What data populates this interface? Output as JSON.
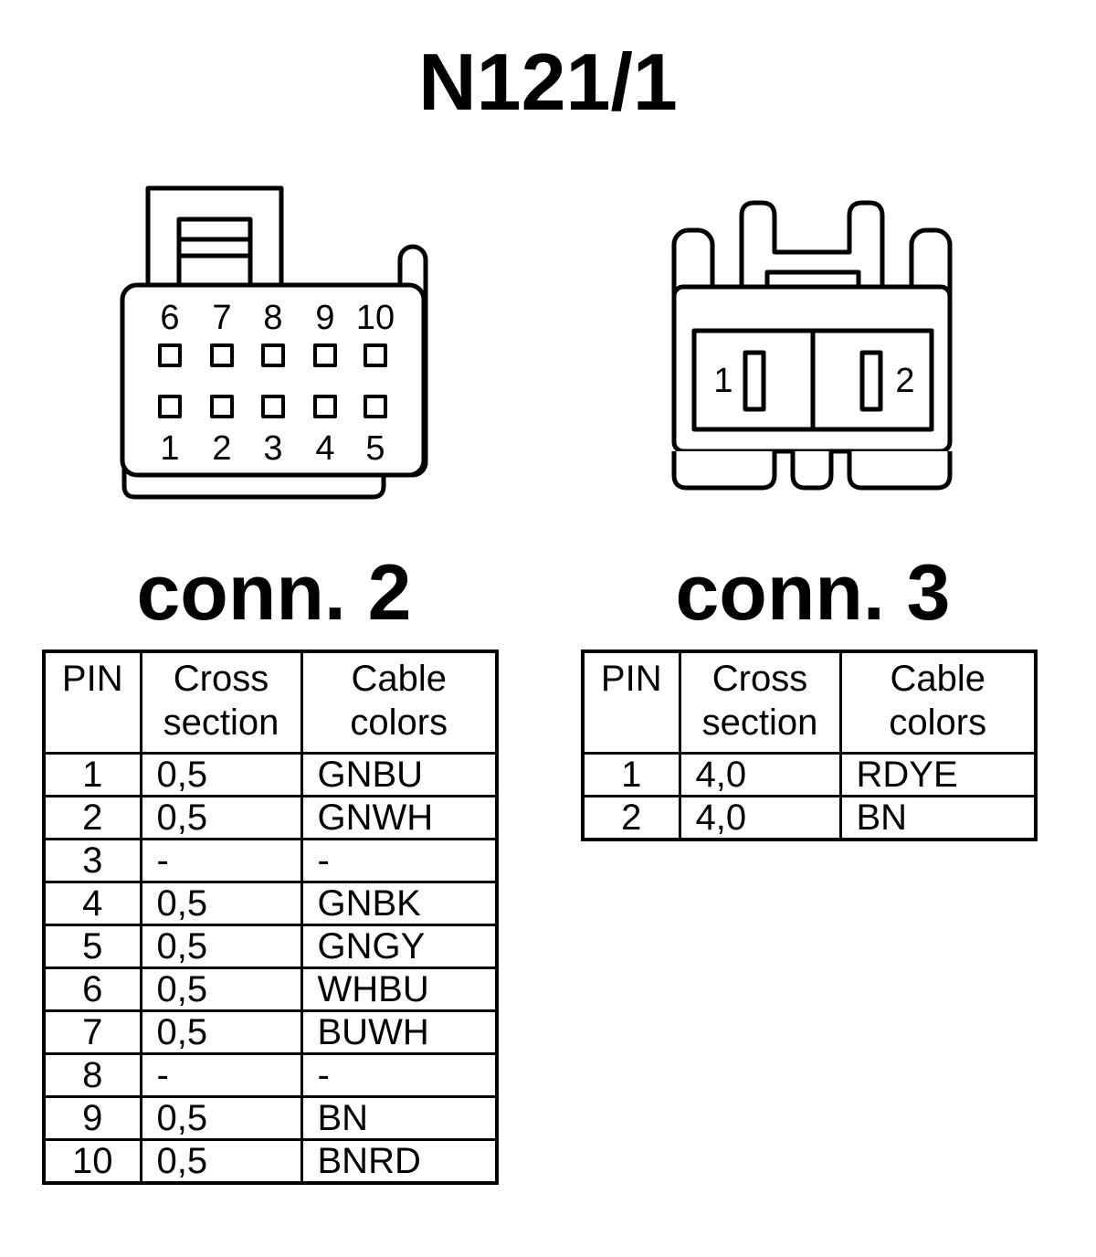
{
  "title": "N121/1",
  "connectors": [
    {
      "label": "conn. 2",
      "pin_labels_top": [
        "6",
        "7",
        "8",
        "9",
        "10"
      ],
      "pin_labels_bottom": [
        "1",
        "2",
        "3",
        "4",
        "5"
      ],
      "table": {
        "headers": [
          "PIN",
          "Cross section",
          "Cable colors"
        ],
        "rows": [
          [
            "1",
            "0,5",
            "GNBU"
          ],
          [
            "2",
            "0,5",
            "GNWH"
          ],
          [
            "3",
            "-",
            "-"
          ],
          [
            "4",
            "0,5",
            "GNBK"
          ],
          [
            "5",
            "0,5",
            "GNGY"
          ],
          [
            "6",
            "0,5",
            "WHBU"
          ],
          [
            "7",
            "0,5",
            "BUWH"
          ],
          [
            "8",
            "-",
            "-"
          ],
          [
            "9",
            "0,5",
            "BN"
          ],
          [
            "10",
            "0,5",
            "BNRD"
          ]
        ]
      }
    },
    {
      "label": "conn. 3",
      "pin_labels": [
        "1",
        "2"
      ],
      "table": {
        "headers": [
          "PIN",
          "Cross section",
          "Cable colors"
        ],
        "rows": [
          [
            "1",
            "4,0",
            "RDYE"
          ],
          [
            "2",
            "4,0",
            "BN"
          ]
        ]
      }
    }
  ]
}
